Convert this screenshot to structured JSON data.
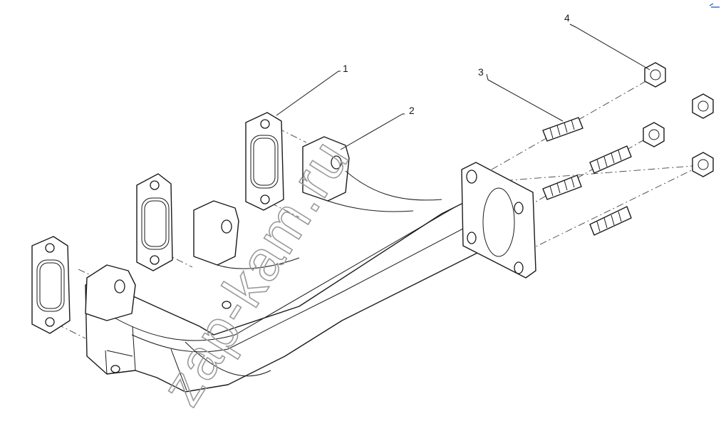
{
  "diagram": {
    "callouts": [
      {
        "id": "1",
        "label": "1"
      },
      {
        "id": "2",
        "label": "2"
      },
      {
        "id": "3",
        "label": "3"
      },
      {
        "id": "4",
        "label": "4"
      }
    ],
    "watermark": "zap-kam.ru",
    "colors": {
      "line": "#1a1a1a",
      "background": "#ffffff",
      "watermark": "#9a9a9a",
      "corner_mark": "#3a6fd8"
    }
  }
}
